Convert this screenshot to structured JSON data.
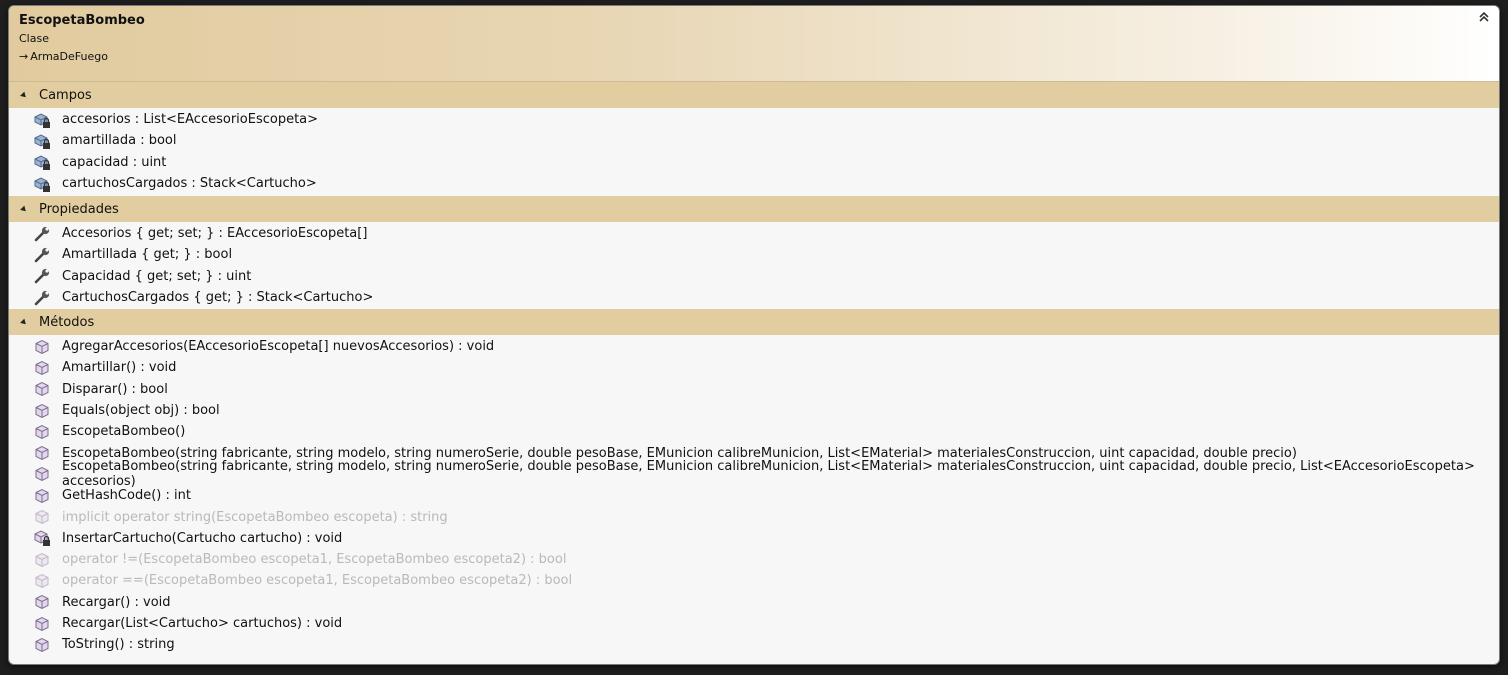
{
  "header": {
    "title": "EscopetaBombeo",
    "kind": "Clase",
    "base_arrow": "→",
    "base_class": "ArmaDeFuego"
  },
  "colors": {
    "section_header": "#e1cd9f",
    "faded_text": "#b9b9b9"
  },
  "sections": {
    "fields": {
      "label": "Campos",
      "items": [
        {
          "text": "accesorios : List<EAccesorioEscopeta>",
          "icon": "private-field-icon"
        },
        {
          "text": "amartillada : bool",
          "icon": "private-field-icon"
        },
        {
          "text": "capacidad : uint",
          "icon": "private-field-icon"
        },
        {
          "text": "cartuchosCargados : Stack<Cartucho>",
          "icon": "private-field-icon"
        }
      ]
    },
    "properties": {
      "label": "Propiedades",
      "items": [
        {
          "text": "Accesorios { get; set; } : EAccesorioEscopeta[]",
          "icon": "wrench-icon"
        },
        {
          "text": "Amartillada { get; } : bool",
          "icon": "wrench-icon"
        },
        {
          "text": "Capacidad { get; set; } : uint",
          "icon": "wrench-icon"
        },
        {
          "text": "CartuchosCargados { get; } : Stack<Cartucho>",
          "icon": "wrench-icon"
        }
      ]
    },
    "methods": {
      "label": "Métodos",
      "items": [
        {
          "text": "AgregarAccesorios(EAccesorioEscopeta[] nuevosAccesorios) : void",
          "icon": "method-icon"
        },
        {
          "text": "Amartillar() : void",
          "icon": "method-icon"
        },
        {
          "text": "Disparar() : bool",
          "icon": "method-icon"
        },
        {
          "text": "Equals(object obj) : bool",
          "icon": "method-icon"
        },
        {
          "text": "EscopetaBombeo()",
          "icon": "method-icon"
        },
        {
          "text": "EscopetaBombeo(string fabricante, string modelo, string numeroSerie, double pesoBase, EMunicion calibreMunicion, List<EMaterial> materialesConstruccion, uint capacidad, double precio)",
          "icon": "method-icon"
        },
        {
          "text": "EscopetaBombeo(string fabricante, string modelo, string numeroSerie, double pesoBase, EMunicion calibreMunicion, List<EMaterial> materialesConstruccion, uint capacidad, double precio, List<EAccesorioEscopeta> accesorios)",
          "icon": "method-icon"
        },
        {
          "text": "GetHashCode() : int",
          "icon": "method-icon"
        },
        {
          "text": "implicit operator string(EscopetaBombeo escopeta) : string",
          "icon": "method-icon",
          "faded": true
        },
        {
          "text": "InsertarCartucho(Cartucho cartucho) : void",
          "icon": "private-method-icon"
        },
        {
          "text": "operator !=(EscopetaBombeo escopeta1, EscopetaBombeo escopeta2) : bool",
          "icon": "method-icon",
          "faded": true
        },
        {
          "text": "operator ==(EscopetaBombeo escopeta1, EscopetaBombeo escopeta2) : bool",
          "icon": "method-icon",
          "faded": true
        },
        {
          "text": "Recargar() : void",
          "icon": "method-icon"
        },
        {
          "text": "Recargar(List<Cartucho> cartuchos) : void",
          "icon": "method-icon"
        },
        {
          "text": "ToString() : string",
          "icon": "method-icon"
        }
      ]
    }
  }
}
